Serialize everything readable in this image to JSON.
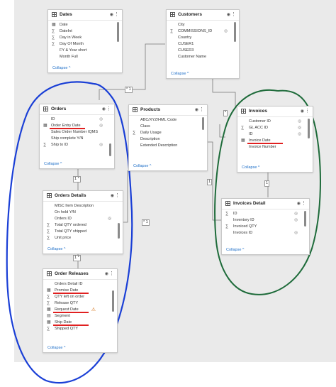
{
  "tables": {
    "dates": {
      "title": "Dates",
      "fields": [
        {
          "name": "Date",
          "icon": "calendar-icon",
          "hidden": false
        },
        {
          "name": "DateInt",
          "icon": "sigma-icon",
          "hidden": false
        },
        {
          "name": "Day in Week",
          "icon": "sigma-icon",
          "hidden": false
        },
        {
          "name": "Day Of Month",
          "icon": "sigma-icon",
          "hidden": false
        },
        {
          "name": "FY & Year short",
          "icon": "",
          "hidden": false
        },
        {
          "name": "Month Full",
          "icon": "",
          "hidden": false
        }
      ],
      "collapse": "Collapse ^"
    },
    "customers": {
      "title": "Customers",
      "fields": [
        {
          "name": "City",
          "icon": "",
          "hidden": false
        },
        {
          "name": "COMMISSIONS_ID",
          "icon": "sigma-icon",
          "hidden": true
        },
        {
          "name": "Country",
          "icon": "",
          "hidden": false
        },
        {
          "name": "CUSER1",
          "icon": "",
          "hidden": false
        },
        {
          "name": "CUSER3",
          "icon": "",
          "hidden": false
        },
        {
          "name": "Customer Name",
          "icon": "",
          "hidden": false
        }
      ],
      "collapse": "Collapse ^"
    },
    "orders": {
      "title": "Orders",
      "fields": [
        {
          "name": "ID",
          "icon": "",
          "hidden": true
        },
        {
          "name": "Order Entry Date",
          "icon": "calendar-icon",
          "hidden": true
        },
        {
          "name": "Sales Order Number IQMS",
          "icon": "",
          "hidden": false
        },
        {
          "name": "Ship complete Y/N",
          "icon": "",
          "hidden": false
        },
        {
          "name": "Ship to ID",
          "icon": "sigma-icon",
          "hidden": true
        }
      ],
      "collapse": "Collapse ^"
    },
    "products": {
      "title": "Products",
      "fields": [
        {
          "name": "ABC/XYZ/HML Code",
          "icon": "",
          "hidden": false
        },
        {
          "name": "Class",
          "icon": "",
          "hidden": false
        },
        {
          "name": "Daily Usage",
          "icon": "sigma-icon",
          "hidden": false
        },
        {
          "name": "Description",
          "icon": "",
          "hidden": false
        },
        {
          "name": "Extended Description",
          "icon": "",
          "hidden": false
        }
      ],
      "collapse": "Collapse ^"
    },
    "invoices": {
      "title": "Invoices",
      "fields": [
        {
          "name": "Customer ID",
          "icon": "",
          "hidden": true
        },
        {
          "name": "GL ACC ID",
          "icon": "sigma-icon",
          "hidden": true
        },
        {
          "name": "ID",
          "icon": "",
          "hidden": true
        },
        {
          "name": "Invoice Date",
          "icon": "calendar-icon",
          "hidden": false
        },
        {
          "name": "Invoice Number",
          "icon": "",
          "hidden": false
        }
      ],
      "collapse": "Collapse ^"
    },
    "orders_details": {
      "title": "Orders Details",
      "fields": [
        {
          "name": "MISC Item Description",
          "icon": "",
          "hidden": false
        },
        {
          "name": "On hold Y/N",
          "icon": "",
          "hidden": false
        },
        {
          "name": "Orders ID",
          "icon": "",
          "hidden": true
        },
        {
          "name": "Total QTY ordered",
          "icon": "sigma-icon",
          "hidden": false
        },
        {
          "name": "Total QTY shipped",
          "icon": "sigma-icon",
          "hidden": false
        },
        {
          "name": "Unit price",
          "icon": "sigma-icon",
          "hidden": false
        }
      ],
      "collapse": "Collapse ^"
    },
    "invoices_detail": {
      "title": "Invoices Detail",
      "fields": [
        {
          "name": "ID",
          "icon": "sigma-icon",
          "hidden": true
        },
        {
          "name": "Inventory ID",
          "icon": "",
          "hidden": true
        },
        {
          "name": "Invoiced QTY",
          "icon": "sigma-icon",
          "hidden": false
        },
        {
          "name": "Invoices ID",
          "icon": "",
          "hidden": true
        }
      ],
      "collapse": "Collapse ^"
    },
    "order_releases": {
      "title": "Order Releases",
      "fields": [
        {
          "name": "Orders Detail ID",
          "icon": "",
          "hidden": false
        },
        {
          "name": "Promise Date",
          "icon": "calendar-icon",
          "hidden": false
        },
        {
          "name": "QTY left on order",
          "icon": "sigma-icon",
          "hidden": false
        },
        {
          "name": "Release QTY",
          "icon": "sigma-icon",
          "hidden": false
        },
        {
          "name": "Request Date",
          "icon": "calendar-icon",
          "hidden": false,
          "warning": true
        },
        {
          "name": "Segment",
          "icon": "table-icon",
          "hidden": false
        },
        {
          "name": "Ship Date",
          "icon": "calendar-icon",
          "hidden": false
        },
        {
          "name": "Shipped QTY",
          "icon": "sigma-icon",
          "hidden": false
        }
      ],
      "collapse": "Collapse ^"
    }
  },
  "relationships": {
    "one": "1",
    "many": "*"
  },
  "annotations": {
    "blue_circle_color": "#1a3fd6",
    "green_circle_color": "#1e6b3a",
    "underline_color": "#e02020"
  },
  "icons": {
    "sigma": "∑",
    "calendar": "▦",
    "hide": "◎",
    "eye": "◉",
    "more": "⋮",
    "warning": "⚠",
    "table": "▤"
  }
}
